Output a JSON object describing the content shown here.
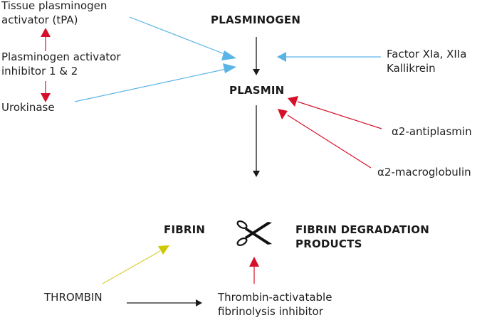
{
  "colors": {
    "activation": "#5ab4e5",
    "inhibition": "#d6102a",
    "conversion": "#1a1a1a",
    "thrombin_fibrin": "#cfc800"
  },
  "nodes": {
    "tpa": [
      "Tissue plasminogen",
      "activator (tPA)"
    ],
    "pai": [
      "Plasminogen activator",
      "inhibitor 1 & 2"
    ],
    "urokinase": "Urokinase",
    "plasminogen": "PLASMINOGEN",
    "plasmin": "PLASMIN",
    "factors": [
      "Factor XIa, XIIa",
      "Kallikrein"
    ],
    "antiplasmin": "α2-antiplasmin",
    "macroglobulin": "α2-macroglobulin",
    "fibrin": "FIBRIN",
    "fdp": [
      "FIBRIN DEGRADATION",
      "PRODUCTS"
    ],
    "thrombin": "THROMBIN",
    "tafi": [
      "Thrombin-activatable",
      "fibrinolysis inhibitor"
    ]
  },
  "icons": {
    "cleavage": "scissors-icon"
  },
  "edges": [
    {
      "from": "tpa",
      "to": "plasminogen-to-plasmin",
      "type": "activation"
    },
    {
      "from": "urokinase",
      "to": "plasminogen-to-plasmin",
      "type": "activation"
    },
    {
      "from": "factors",
      "to": "plasminogen-to-plasmin",
      "type": "activation"
    },
    {
      "from": "pai",
      "to": "tpa",
      "type": "inhibition"
    },
    {
      "from": "pai",
      "to": "urokinase",
      "type": "inhibition"
    },
    {
      "from": "plasminogen",
      "to": "plasmin",
      "type": "conversion"
    },
    {
      "from": "antiplasmin",
      "to": "plasmin",
      "type": "inhibition"
    },
    {
      "from": "macroglobulin",
      "to": "plasmin",
      "type": "inhibition"
    },
    {
      "from": "plasmin",
      "to": "fibrin-cleavage",
      "type": "conversion"
    },
    {
      "from": "thrombin",
      "to": "fibrin",
      "type": "thrombin_fibrin"
    },
    {
      "from": "thrombin",
      "to": "tafi",
      "type": "conversion"
    },
    {
      "from": "tafi",
      "to": "fibrin-cleavage",
      "type": "inhibition"
    }
  ]
}
